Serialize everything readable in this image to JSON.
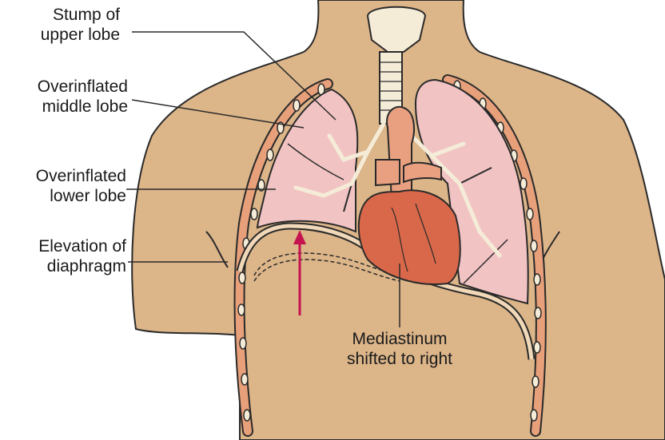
{
  "labels": {
    "stump_upper_lobe": [
      "Stump of",
      "upper lobe"
    ],
    "overinflated_middle_lobe": [
      "Overinflated",
      "middle lobe"
    ],
    "overinflated_lower_lobe": [
      "Overinflated",
      "lower lobe"
    ],
    "elevation_of_diaphragm": [
      "Elevation of",
      "diaphragm"
    ],
    "mediastinum_shifted": [
      "Mediastinum",
      "shifted to right"
    ]
  },
  "colors": {
    "skin": "#dcb589",
    "lung": "#f2c3c3",
    "heart": "#d9684a",
    "vessel": "#e8a080",
    "arrow": "#c4134e",
    "outline": "#2a2a2a"
  }
}
